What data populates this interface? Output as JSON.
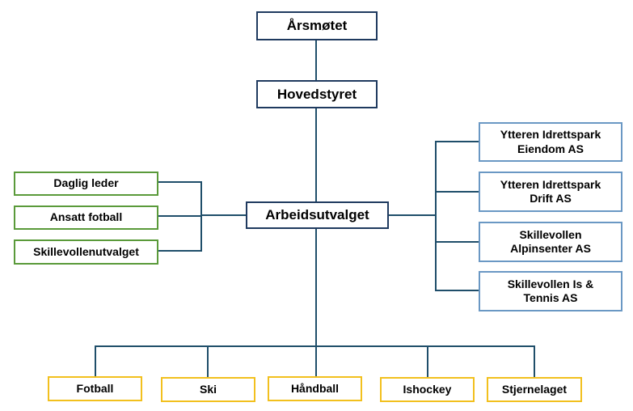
{
  "top": {
    "arsmotet": "Årsmøtet",
    "hovedstyret": "Hovedstyret",
    "arbeidsutvalget": "Arbeidsutvalget"
  },
  "staff": [
    "Daglig leder",
    "Ansatt fotball",
    "Skillevollenutvalget"
  ],
  "companies": [
    {
      "line1": "Ytteren Idrettspark",
      "line2": "Eiendom AS"
    },
    {
      "line1": "Ytteren Idrettspark",
      "line2": "Drift AS"
    },
    {
      "line1": "Skillevollen",
      "line2": "Alpinsenter AS"
    },
    {
      "line1": "Skillevollen Is &",
      "line2": "Tennis AS"
    }
  ],
  "groups": [
    "Fotball",
    "Ski",
    "Håndball",
    "Ishockey",
    "Stjernelaget"
  ],
  "colors": {
    "connector": "#1f4e6a",
    "core_border": "#1f3a5f",
    "staff_border": "#5a9a3a",
    "company_border": "#6a98c4",
    "group_border": "#f2c01e"
  }
}
